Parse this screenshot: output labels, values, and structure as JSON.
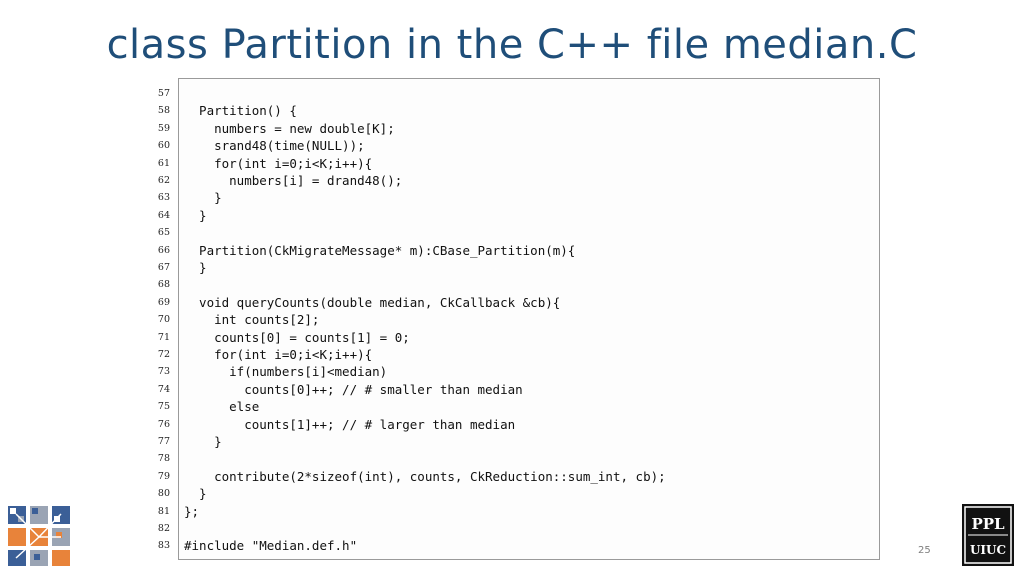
{
  "slide": {
    "title": "class Partition in the C++ file median.C",
    "page_number": "25"
  },
  "code": {
    "lines": [
      {
        "n": "57",
        "text": ""
      },
      {
        "n": "58",
        "text": "  Partition() {"
      },
      {
        "n": "59",
        "text": "    numbers = new double[K];"
      },
      {
        "n": "60",
        "text": "    srand48(time(NULL));"
      },
      {
        "n": "61",
        "text": "    for(int i=0;i<K;i++){"
      },
      {
        "n": "62",
        "text": "      numbers[i] = drand48();"
      },
      {
        "n": "63",
        "text": "    }"
      },
      {
        "n": "64",
        "text": "  }"
      },
      {
        "n": "65",
        "text": ""
      },
      {
        "n": "66",
        "text": "  Partition(CkMigrateMessage* m):CBase_Partition(m){"
      },
      {
        "n": "67",
        "text": "  }"
      },
      {
        "n": "68",
        "text": ""
      },
      {
        "n": "69",
        "text": "  void queryCounts(double median, CkCallback &cb){"
      },
      {
        "n": "70",
        "text": "    int counts[2];"
      },
      {
        "n": "71",
        "text": "    counts[0] = counts[1] = 0;"
      },
      {
        "n": "72",
        "text": "    for(int i=0;i<K;i++){"
      },
      {
        "n": "73",
        "text": "      if(numbers[i]<median)"
      },
      {
        "n": "74",
        "text": "        counts[0]++; // # smaller than median"
      },
      {
        "n": "75",
        "text": "      else"
      },
      {
        "n": "76",
        "text": "        counts[1]++; // # larger than median"
      },
      {
        "n": "77",
        "text": "    }"
      },
      {
        "n": "78",
        "text": ""
      },
      {
        "n": "79",
        "text": "    contribute(2*sizeof(int), counts, CkReduction::sum_int, cb);"
      },
      {
        "n": "80",
        "text": "  }"
      },
      {
        "n": "81",
        "text": "};"
      },
      {
        "n": "82",
        "text": ""
      },
      {
        "n": "83",
        "text": "#include \"Median.def.h\""
      }
    ]
  },
  "logos": {
    "right_logo_top": "PPL",
    "right_logo_bottom": "UIUC",
    "left_logo_icon": "grid-network-icon"
  },
  "colors": {
    "title": "#1f4e79",
    "logo_blue": "#3b5f97",
    "logo_orange": "#e8833a",
    "logo_gray": "#9aa4b4"
  }
}
